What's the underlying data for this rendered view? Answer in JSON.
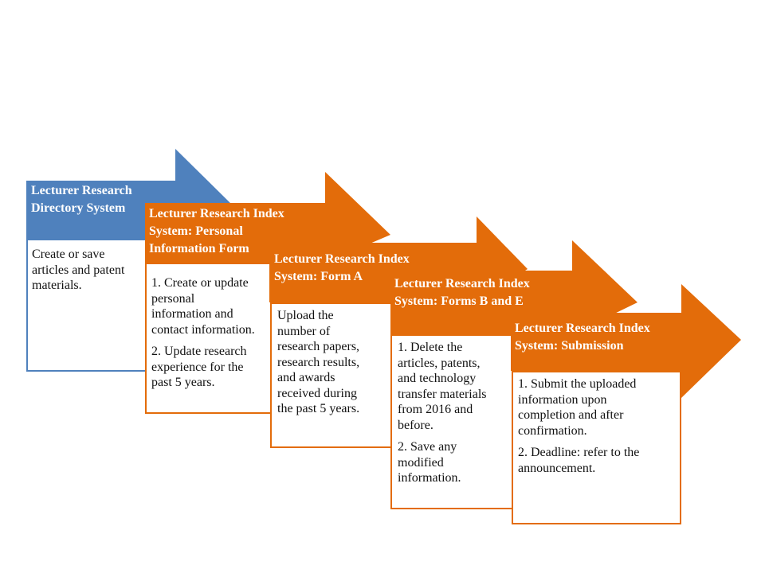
{
  "colors": {
    "step1": "#4f81bd",
    "other_steps": "#e36c0a",
    "title_text": "#ffffff",
    "body_text": "#111111"
  },
  "steps": [
    {
      "title": "Lecturer Research\nDirectory System",
      "body": [
        "Create or save\narticles and patent\nmaterials."
      ]
    },
    {
      "title": "Lecturer Research Index\nSystem: Personal\nInformation Form",
      "body": [
        "1. Create or update\npersonal\ninformation and\ncontact information.",
        "2. Update research\nexperience for the\npast 5 years."
      ]
    },
    {
      "title": "Lecturer Research Index\nSystem: Form A",
      "body": [
        "Upload the\nnumber of\nresearch papers,\nresearch results,\nand awards\nreceived during\nthe past 5 years."
      ]
    },
    {
      "title": "Lecturer Research Index\nSystem: Forms B and E",
      "body": [
        "1. Delete the\narticles, patents,\nand technology\ntransfer materials\nfrom 2016 and\nbefore.",
        "2. Save any\nmodified\ninformation."
      ]
    },
    {
      "title": "Lecturer Research Index\nSystem: Submission",
      "body": [
        "1. Submit the uploaded\ninformation upon\ncompletion and after\nconfirmation.",
        "2. Deadline: refer to the\nannouncement."
      ]
    }
  ]
}
